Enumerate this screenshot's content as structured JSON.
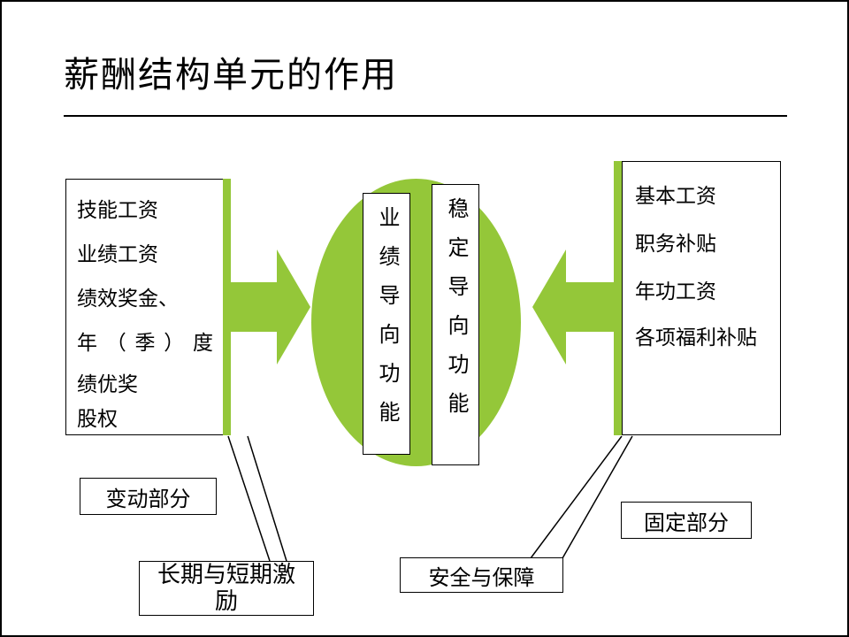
{
  "slide": {
    "title": "薪酬结构单元的作用"
  },
  "left_box": {
    "lines": [
      "技能工资",
      "业绩工资",
      "绩效奖金、",
      "年（季）度",
      "绩优奖",
      "股权"
    ]
  },
  "center": {
    "left_vertical_label": "业绩导向功能",
    "right_vertical_label": "稳定导向功能"
  },
  "right_box": {
    "lines": [
      "基本工资",
      "职务补贴",
      "年功工资",
      "各项福利补贴"
    ]
  },
  "callouts": {
    "variable_part": "变动部分",
    "long_short_term_incentive": "长期与短期激励",
    "safety_security": "安全与保障",
    "fixed_part": "固定部分"
  },
  "colors": {
    "green": "#94C739",
    "line": "#000000"
  }
}
